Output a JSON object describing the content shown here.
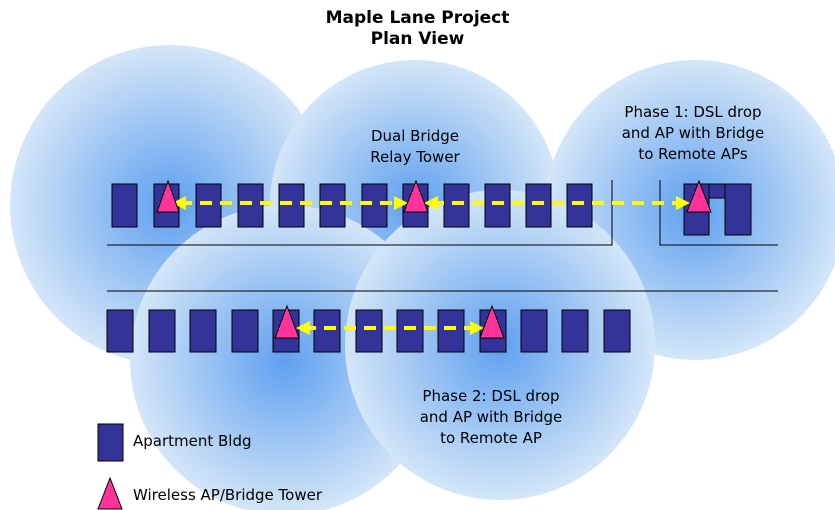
{
  "title": {
    "line1": "Maple Lane Project",
    "line2": "Plan View"
  },
  "labels": {
    "relay_line1": "Dual Bridge",
    "relay_line2": "Relay Tower",
    "phase1_line1": "Phase 1:  DSL drop",
    "phase1_line2": "and AP with Bridge",
    "phase1_line3": "to Remote APs",
    "phase2_line1": "Phase 2:  DSL drop",
    "phase2_line2": "and AP with Bridge",
    "phase2_line3": "to Remote AP"
  },
  "legend": {
    "building": "Apartment Bldg",
    "tower": "Wireless AP/Bridge Tower"
  },
  "colors": {
    "coverage_center": "#5fa0f0",
    "coverage_edge": "#d4e6f8",
    "building_fill": "#333399",
    "tower_fill": "#ff3399",
    "link": "#ffff00",
    "road": "#000000"
  },
  "icons": {
    "building": "apartment-building-icon",
    "tower": "wireless-tower-icon",
    "link": "double-arrow-link-icon"
  }
}
